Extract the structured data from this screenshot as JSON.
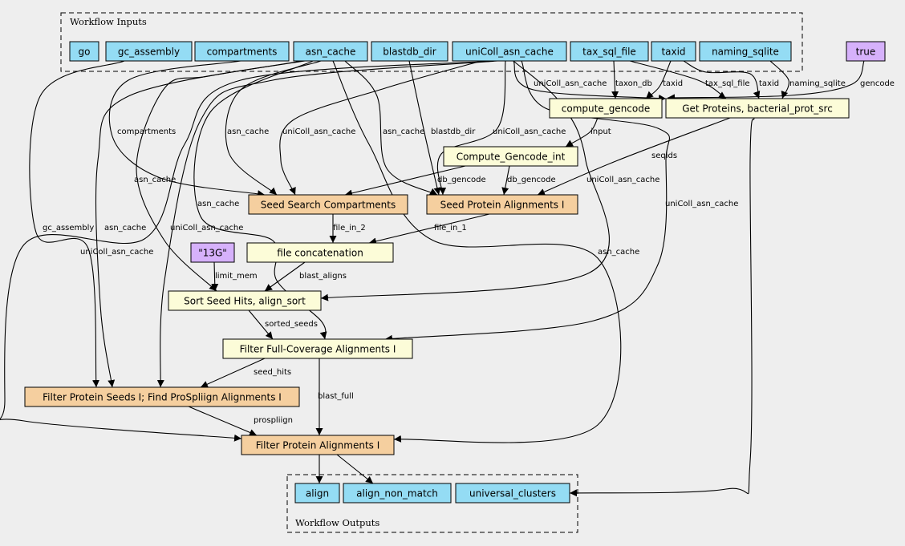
{
  "colors": {
    "background": "#eeeeee",
    "input": "#94dcf4",
    "step": "#fcfcd8",
    "subworkflow": "#f5cf9f",
    "constant": "#d6b1fb"
  },
  "clusters": {
    "inputs_label": "Workflow Inputs",
    "outputs_label": "Workflow Outputs"
  },
  "nodes": [
    {
      "id": "go",
      "label": "go",
      "kind": "input"
    },
    {
      "id": "gc_assembly",
      "label": "gc_assembly",
      "kind": "input"
    },
    {
      "id": "compartments",
      "label": "compartments",
      "kind": "input"
    },
    {
      "id": "asn_cache",
      "label": "asn_cache",
      "kind": "input"
    },
    {
      "id": "blastdb_dir",
      "label": "blastdb_dir",
      "kind": "input"
    },
    {
      "id": "uniColl_asn_cache",
      "label": "uniColl_asn_cache",
      "kind": "input"
    },
    {
      "id": "tax_sql_file",
      "label": "tax_sql_file",
      "kind": "input"
    },
    {
      "id": "taxid",
      "label": "taxid",
      "kind": "input"
    },
    {
      "id": "naming_sqlite",
      "label": "naming_sqlite",
      "kind": "input"
    },
    {
      "id": "true",
      "label": "true",
      "kind": "constant"
    },
    {
      "id": "compute_gencode",
      "label": "compute_gencode",
      "kind": "step"
    },
    {
      "id": "get_proteins",
      "label": "Get Proteins, bacterial_prot_src",
      "kind": "step"
    },
    {
      "id": "compute_gencode_int",
      "label": "Compute_Gencode_int",
      "kind": "step"
    },
    {
      "id": "seed_search",
      "label": "Seed Search Compartments",
      "kind": "subworkflow"
    },
    {
      "id": "seed_protein",
      "label": "Seed Protein Alignments I",
      "kind": "subworkflow"
    },
    {
      "id": "mem13g",
      "label": "\"13G\"",
      "kind": "constant"
    },
    {
      "id": "file_concat",
      "label": "file concatenation",
      "kind": "step"
    },
    {
      "id": "sort_seed",
      "label": "Sort Seed Hits, align_sort",
      "kind": "step"
    },
    {
      "id": "filter_full",
      "label": "Filter Full-Coverage Alignments I",
      "kind": "step"
    },
    {
      "id": "filter_seeds",
      "label": "Filter Protein Seeds I; Find ProSpliign Alignments I",
      "kind": "subworkflow"
    },
    {
      "id": "filter_aligns",
      "label": "Filter Protein Alignments I",
      "kind": "subworkflow"
    },
    {
      "id": "align",
      "label": "align",
      "kind": "input"
    },
    {
      "id": "align_non_match",
      "label": "align_non_match",
      "kind": "input"
    },
    {
      "id": "universal_clusters",
      "label": "universal_clusters",
      "kind": "input"
    }
  ],
  "edges": [
    {
      "from": "compartments",
      "to": "seed_search",
      "label": "compartments"
    },
    {
      "from": "asn_cache",
      "to": "seed_search",
      "label": "asn_cache"
    },
    {
      "from": "uniColl_asn_cache",
      "to": "seed_search",
      "label": "uniColl_asn_cache"
    },
    {
      "from": "asn_cache",
      "to": "seed_protein",
      "label": "asn_cache"
    },
    {
      "from": "blastdb_dir",
      "to": "seed_protein",
      "label": "blastdb_dir"
    },
    {
      "from": "uniColl_asn_cache",
      "to": "seed_protein",
      "label": "uniColl_asn_cache"
    },
    {
      "from": "uniColl_asn_cache",
      "to": "get_proteins",
      "label": "uniColl_asn_cache"
    },
    {
      "from": "tax_sql_file",
      "to": "compute_gencode",
      "label": "taxon_db"
    },
    {
      "from": "taxid",
      "to": "compute_gencode",
      "label": "taxid"
    },
    {
      "from": "tax_sql_file",
      "to": "get_proteins",
      "label": "tax_sql_file"
    },
    {
      "from": "taxid",
      "to": "get_proteins",
      "label": "taxid"
    },
    {
      "from": "naming_sqlite",
      "to": "get_proteins",
      "label": "naming_sqlite"
    },
    {
      "from": "true",
      "to": "get_proteins",
      "label": "gencode"
    },
    {
      "from": "compute_gencode",
      "to": "compute_gencode_int",
      "label": "input"
    },
    {
      "from": "get_proteins",
      "to": "seed_protein",
      "label": "seqids"
    },
    {
      "from": "compute_gencode_int",
      "to": "seed_search",
      "label": "db_gencode"
    },
    {
      "from": "compute_gencode_int",
      "to": "seed_protein",
      "label": "db_gencode"
    },
    {
      "from": "asn_cache",
      "to": "sort_seed",
      "label": "asn_cache"
    },
    {
      "from": "uniColl_asn_cache",
      "to": "sort_seed",
      "label": "uniColl_asn_cache"
    },
    {
      "from": "asn_cache",
      "to": "filter_full",
      "label": "asn_cache"
    },
    {
      "from": "uniColl_asn_cache",
      "to": "filter_full",
      "label": "uniColl_asn_cache"
    },
    {
      "from": "gc_assembly",
      "to": "filter_seeds",
      "label": "gc_assembly"
    },
    {
      "from": "asn_cache",
      "to": "filter_seeds",
      "label": "asn_cache"
    },
    {
      "from": "uniColl_asn_cache",
      "to": "filter_seeds",
      "label": "uniColl_asn_cache"
    },
    {
      "from": "seed_search",
      "to": "file_concat",
      "label": "file_in_2"
    },
    {
      "from": "seed_protein",
      "to": "file_concat",
      "label": "file_in_1"
    },
    {
      "from": "uniColl_asn_cache",
      "to": "filter_aligns",
      "label": "uniColl_asn_cache"
    },
    {
      "from": "asn_cache",
      "to": "filter_aligns",
      "label": "asn_cache"
    },
    {
      "from": "mem13g",
      "to": "sort_seed",
      "label": "limit_mem"
    },
    {
      "from": "file_concat",
      "to": "sort_seed",
      "label": "blast_aligns"
    },
    {
      "from": "sort_seed",
      "to": "filter_full",
      "label": "sorted_seeds"
    },
    {
      "from": "filter_full",
      "to": "filter_seeds",
      "label": "seed_hits"
    },
    {
      "from": "filter_full",
      "to": "filter_aligns",
      "label": "blast_full"
    },
    {
      "from": "filter_seeds",
      "to": "filter_aligns",
      "label": "prospliign"
    },
    {
      "from": "filter_aligns",
      "to": "align",
      "label": ""
    },
    {
      "from": "filter_aligns",
      "to": "align_non_match",
      "label": ""
    },
    {
      "from": "get_proteins",
      "to": "universal_clusters",
      "label": ""
    }
  ]
}
